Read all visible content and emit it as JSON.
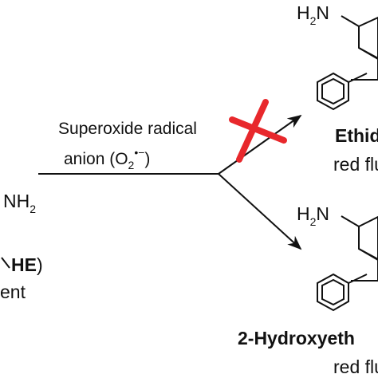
{
  "reagent": {
    "line1": "Superoxide radical",
    "line2_prefix": "anion (O",
    "line2_sub": "2",
    "line2_sup": "•−",
    "line2_suffix": ")"
  },
  "left_compound": {
    "nh2_prefix": "NH",
    "nh2_sub": "2",
    "abbrev": "HE",
    "abbrev_close": ")",
    "desc_fragment": "ent"
  },
  "top_product": {
    "amine_prefix": "H",
    "amine_sub": "2",
    "amine_suffix": "N",
    "name": "Ethid",
    "desc": "red flu"
  },
  "bottom_product": {
    "amine_prefix": "H",
    "amine_sub": "2",
    "amine_suffix": "N",
    "name": "2-Hydroxyeth",
    "desc": "red flu"
  },
  "colors": {
    "blocked_cross": "#e8282c",
    "ink": "#111111"
  }
}
